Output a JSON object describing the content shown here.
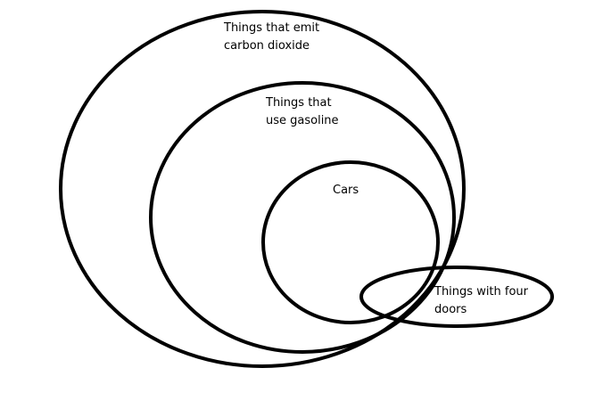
{
  "diagram": {
    "sets": [
      {
        "id": "co2",
        "lines": [
          "Things that emit",
          "carbon dioxide"
        ]
      },
      {
        "id": "gasoline",
        "lines": [
          "Things that",
          "use gasoline"
        ]
      },
      {
        "id": "cars",
        "lines": [
          "Cars"
        ]
      },
      {
        "id": "four-doors",
        "lines": [
          "Things with four",
          "doors"
        ]
      }
    ],
    "colors": {
      "stroke": "#000000",
      "background": "#ffffff"
    }
  }
}
